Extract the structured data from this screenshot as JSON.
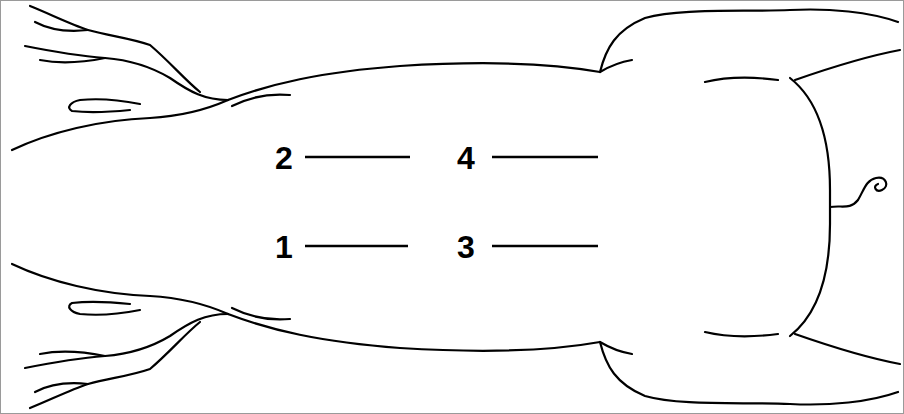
{
  "diagram": {
    "labels": [
      "2",
      "4",
      "1",
      "3"
    ]
  }
}
